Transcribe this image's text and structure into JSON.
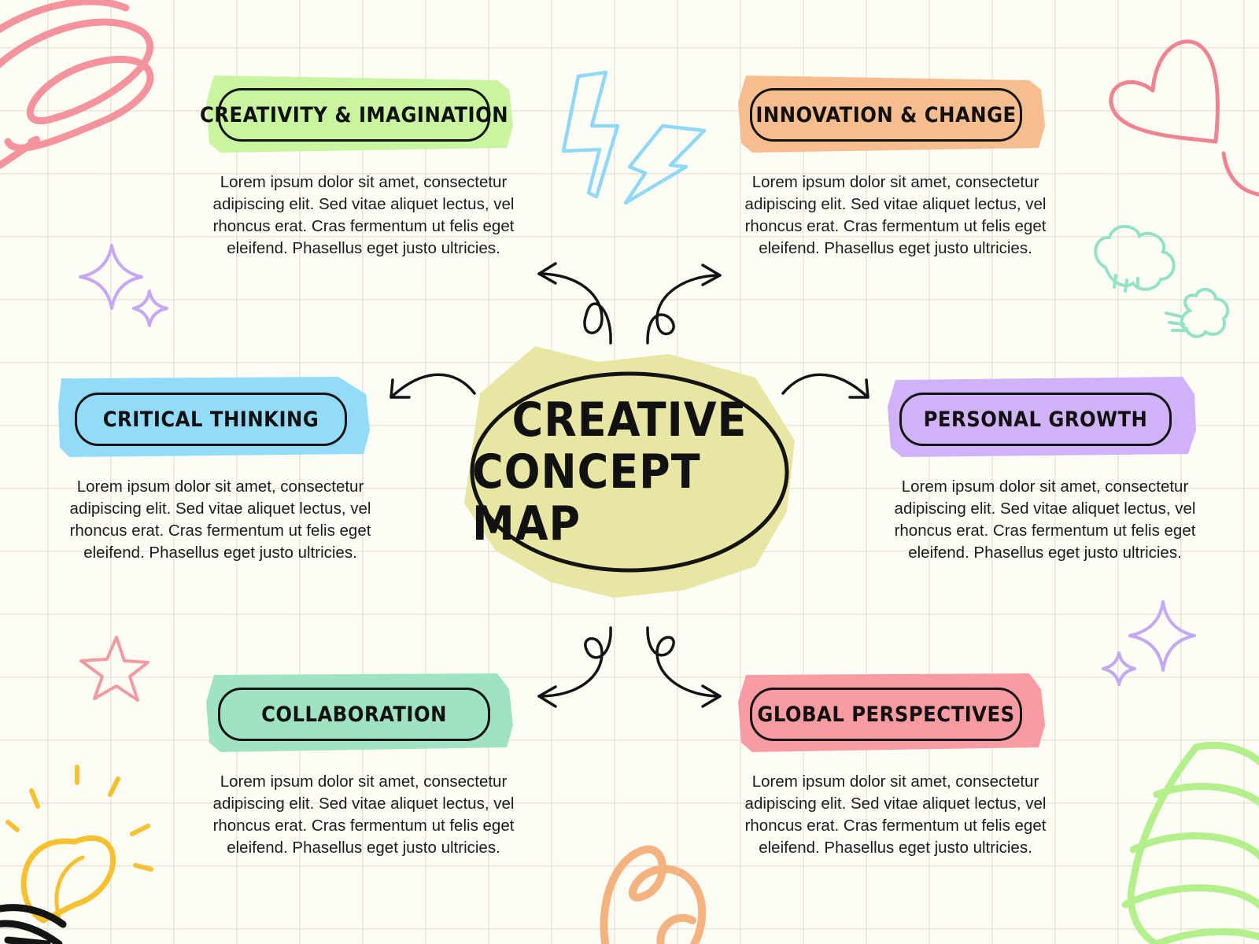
{
  "center": {
    "line1": "CREATIVE",
    "line2": "CONCEPT MAP",
    "color": "#e7e6a2"
  },
  "nodes": [
    {
      "title": "CREATIVITY & IMAGINATION",
      "color": "#c9f5a1",
      "text": "Lorem ipsum dolor sit amet, consectetur adipiscing elit. Sed vitae aliquet lectus, vel rhoncus erat. Cras fermentum ut felis eget eleifend. Phasellus eget justo ultricies."
    },
    {
      "title": "INNOVATION & CHANGE",
      "color": "#f6bd8f",
      "text": "Lorem ipsum dolor sit amet, consectetur adipiscing elit. Sed vitae aliquet lectus, vel rhoncus erat. Cras fermentum ut felis eget eleifend. Phasellus eget justo ultricies."
    },
    {
      "title": "CRITICAL THINKING",
      "color": "#92dcf9",
      "text": "Lorem ipsum dolor sit amet, consectetur adipiscing elit. Sed vitae aliquet lectus, vel rhoncus erat. Cras fermentum ut felis eget eleifend. Phasellus eget justo ultricies."
    },
    {
      "title": "PERSONAL GROWTH",
      "color": "#cfb2f7",
      "text": "Lorem ipsum dolor sit amet, consectetur adipiscing elit. Sed vitae aliquet lectus, vel rhoncus erat. Cras fermentum ut felis eget eleifend. Phasellus eget justo ultricies."
    },
    {
      "title": "COLLABORATION",
      "color": "#9fe3c2",
      "text": "Lorem ipsum dolor sit amet, consectetur adipiscing elit. Sed vitae aliquet lectus, vel rhoncus erat. Cras fermentum ut felis eget eleifend. Phasellus eget justo ultricies."
    },
    {
      "title": "GLOBAL PERSPECTIVES",
      "color": "#f89ca2",
      "text": "Lorem ipsum dolor sit amet, consectetur adipiscing elit. Sed vitae aliquet lectus, vel rhoncus erat. Cras fermentum ut felis eget eleifend. Phasellus eget justo ultricies."
    }
  ],
  "decorations": {
    "scribble_pink": "#f4939c",
    "lightning_blue": "#8fd8f7",
    "heart_pink": "#f0838f",
    "clouds_mint": "#93e2c3",
    "sparkles_purple": "#c3a8f2",
    "star_pink": "#f39aa1",
    "bulb_yellow": "#f6c02f",
    "swirl_orange": "#f4b27f",
    "scribble_green": "#b3f08c"
  }
}
